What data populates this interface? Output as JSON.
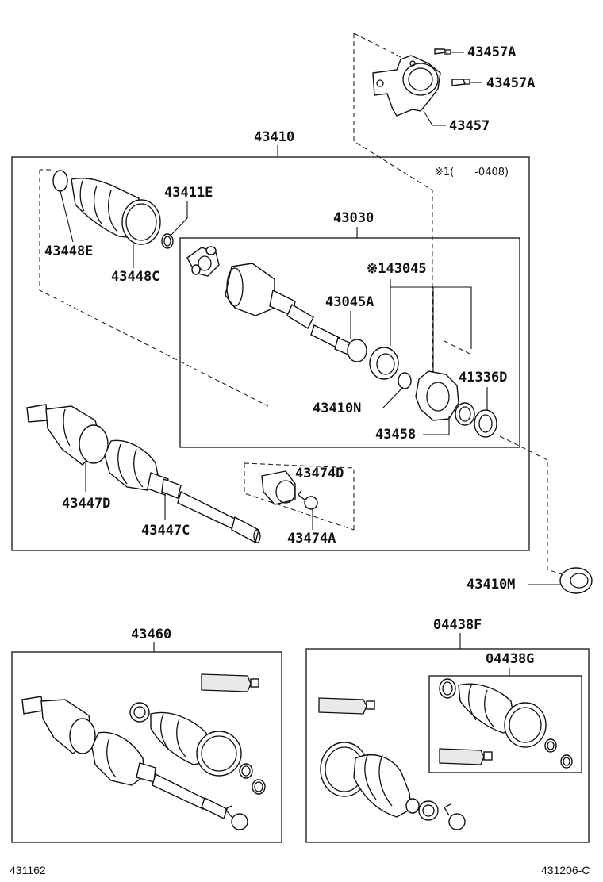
{
  "labels": {
    "bracket": "43457",
    "bolt_upper": "43457A",
    "bolt_lower": "43457A",
    "shaft_assy": "43410",
    "note": "※1(　　-0408)",
    "inboard_joint": "43030",
    "snap_ring_boot": "43411E",
    "boot_clamp_small": "43448E",
    "boot_clamp_large": "43448C",
    "bearing_set": "※143045",
    "bearing_inner": "43045A",
    "dust_cover": "41336D",
    "snap_ring_shaft": "43410N",
    "bearing_bracket": "43458",
    "outboard_boot": "43447D",
    "outboard_shaft": "43447C",
    "damper": "43474D",
    "damper_clamp": "43474A",
    "bearing_sub": "43410M",
    "kit_outboard": "43460",
    "kit_inboard": "04438F",
    "kit_inboard_sub": "04438G"
  },
  "footer": {
    "left_code": "431162",
    "right_code": "431206-C"
  }
}
